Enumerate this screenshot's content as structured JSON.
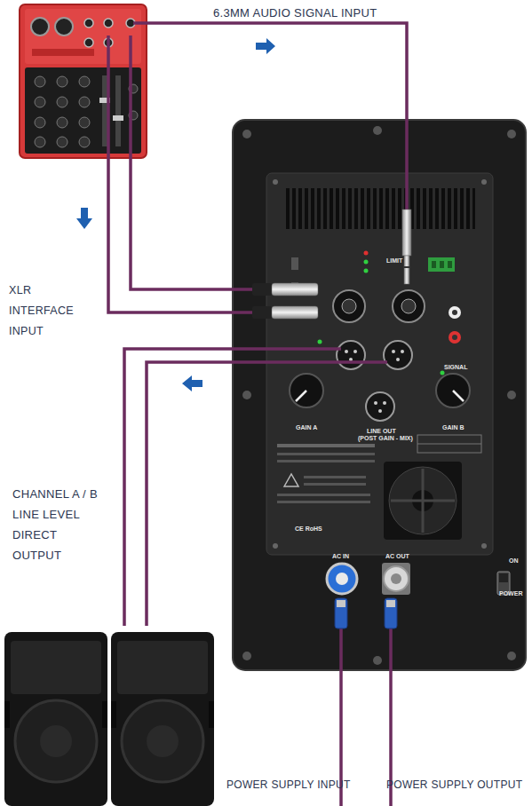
{
  "diagram": {
    "nodes": [
      {
        "text": [
          "GAIN A",
          "GAIN B",
          "LINE OUT",
          "(POST GAIN - MIX)",
          "SIGNAL",
          "AC IN",
          "AC OUT",
          "ON",
          "POWER",
          "LIMIT",
          "CE RoHS"
        ]
      }
    ],
    "labels": [
      "6.3MM AUDIO SIGNAL INPUT",
      "XLR INTERFACE INPUT",
      "CHANNEL A / B LINE LEVEL DIRECT OUTPUT",
      "POWER SUPPLY INPUT",
      "POWER SUPPLY OUTPUT"
    ]
  }
}
